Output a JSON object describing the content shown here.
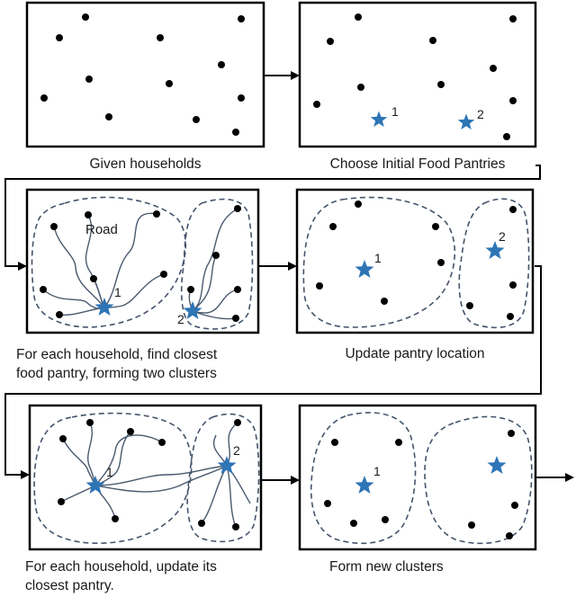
{
  "panels": {
    "p1": {
      "caption": "Given households"
    },
    "p2": {
      "caption": "Choose Initial Food Pantries",
      "star1": "1",
      "star2": "2"
    },
    "p3": {
      "caption_line1": "For each household, find closest",
      "caption_line2": "food pantry, forming two clusters",
      "road_label": "Road",
      "star1": "1",
      "star2": "2"
    },
    "p4": {
      "caption": "Update pantry location",
      "star1": "1",
      "star2": "2"
    },
    "p5": {
      "caption_line1": "For each household, update its",
      "caption_line2": "closest pantry.",
      "star1": "1",
      "star2": "2"
    },
    "p6": {
      "caption": "Form new clusters",
      "star1": "1"
    }
  },
  "colors": {
    "star": "#2e75b6",
    "road": "#4a5a6e",
    "cluster": "#44546a",
    "frame": "#000000"
  }
}
